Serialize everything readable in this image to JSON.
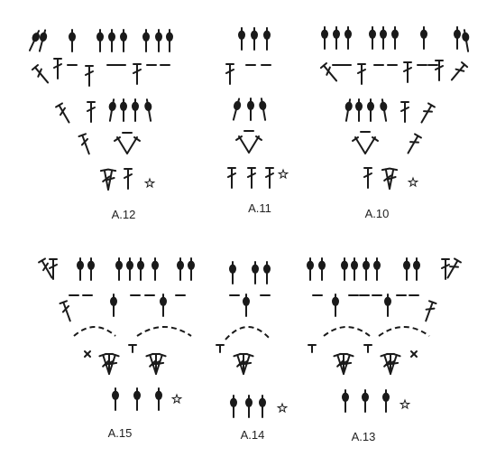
{
  "diagrams": [
    {
      "id": "A.12",
      "label": "A.12"
    },
    {
      "id": "A.11",
      "label": "A.11"
    },
    {
      "id": "A.10",
      "label": "A.10"
    },
    {
      "id": "A.15",
      "label": "A.15"
    },
    {
      "id": "A.14",
      "label": "A.14"
    },
    {
      "id": "A.13",
      "label": "A.13"
    }
  ],
  "colors": {
    "ink": "#1a1a1a",
    "background": "#ffffff"
  }
}
